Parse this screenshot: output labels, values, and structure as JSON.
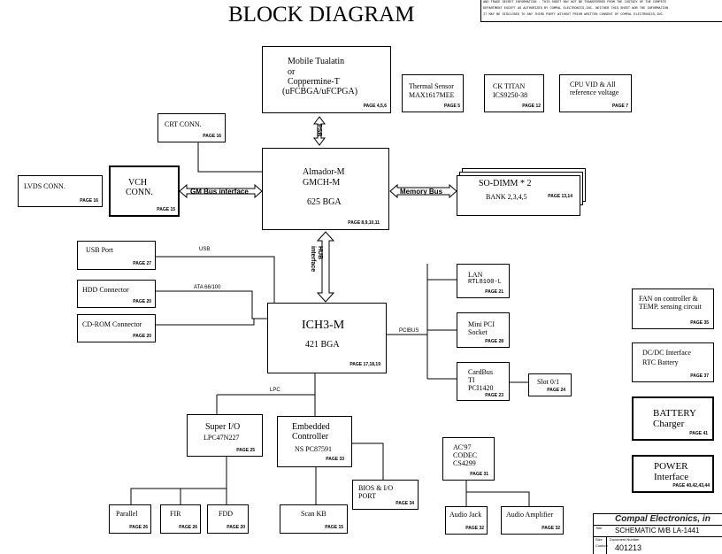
{
  "title": "BLOCK DIAGRAM",
  "confidential": {
    "line1": "AND TRADE SECRET INFORMATION . THIS SHEET MAY NOT BE TRANSFERRED FROM THE CUSTODY OF THE COMPETE",
    "line2": "DEPARTMENT EXCEPT AS AUTHORIZED BY COMPAL ELECTRONICS,INC. NEITHER THIS SHEET NOR THE INFORMATION",
    "line3": "IT MAY BE DISCLOSED TO ANY THIRD PARTY WITHOUT PRIOR WRITTEN CONSENT OF COMPAL ELECTRONICS,INC."
  },
  "cpu": {
    "line1": "Mobile Tualatin",
    "line2": "or",
    "line3": "Coppermine-T",
    "line4": "(uFCBGA/uFCPGA)",
    "page": "PAGE 4,5,6"
  },
  "thermal": {
    "line1": "Thermal Sensor",
    "line2": "MAX1617MEE",
    "page": "PAGE 5"
  },
  "ck": {
    "line1": "CK TITAN",
    "line2": "ICS9250-38",
    "page": "PAGE 12"
  },
  "cpuvid": {
    "line1": "CPU VID & All",
    "line2": "reference voltage",
    "page": "PAGE 7"
  },
  "crt": {
    "label": "CRT CONN.",
    "page": "PAGE 16"
  },
  "gmch": {
    "line1": "Almador-M",
    "line2": "GMCH-M",
    "line3": "625 BGA",
    "page": "PAGE 8,9,10,11"
  },
  "psb": "PSB",
  "lvds": {
    "label": "LVDS CONN.",
    "page": "PAGE 16"
  },
  "vch": {
    "line1": "VCH",
    "line2": "CONN.",
    "page": "PAGE 15"
  },
  "gmbus": "GM Bus interface",
  "membus": "Memory Bus",
  "sodimm": {
    "line1": "SO-DIMM * 2",
    "line2": "BANK 2,3,4,5",
    "page": "PAGE 13,14"
  },
  "hub": {
    "line1": "HUB",
    "line2": "interface"
  },
  "usb": {
    "label": "USB Port",
    "page": "PAGE 27",
    "bus": "USB"
  },
  "hdd": {
    "label": "HDD Connector",
    "page": "PAGE 20",
    "bus": "ATA 66/100"
  },
  "cdrom": {
    "label": "CD-ROM Connector",
    "page": "PAGE 20"
  },
  "ich": {
    "line1": "ICH3-M",
    "line2": "421 BGA",
    "page": "PAGE 17,18,19"
  },
  "pcibus": "PCIBUS",
  "lan": {
    "line1": "LAN",
    "line2": "RTL8100-L",
    "page": "PAGE 21"
  },
  "minipci": {
    "line1": "Mini PCI",
    "line2": "Socket",
    "page": "PAGE 28"
  },
  "cardbus": {
    "line1": "CardBus",
    "line2": "TI",
    "line3": "PCI1420",
    "page": "PAGE 23"
  },
  "slot": {
    "label": "Slot 0/1",
    "page": "PAGE 24"
  },
  "fan": {
    "line1": "FAN on controller &",
    "line2": "TEMP. sensing circuit",
    "page": "PAGE 35"
  },
  "dcdc": {
    "line1": "DC/DC Interface",
    "line2": "RTC Battery",
    "page": "PAGE 37"
  },
  "battery": {
    "line1": "BATTERY",
    "line2": "Charger",
    "page": "PAGE 41"
  },
  "power": {
    "line1": "POWER",
    "line2": "Interface",
    "page": "PAGE 40,42,43,44"
  },
  "lpc": "LPC",
  "superio": {
    "line1": "Super I/O",
    "line2": "LPC47N227",
    "page": "PAGE 25"
  },
  "ec": {
    "line1": "Embedded",
    "line2": "Controller",
    "line3": "NS PC87591",
    "page": "PAGE 33"
  },
  "bios": {
    "line1": "BIOS & I/O",
    "line2": "PORT",
    "page": "PAGE 34"
  },
  "ac97": {
    "line1": "AC'97",
    "line2": "CODEC",
    "line3": "CS4299",
    "page": "PAGE 31"
  },
  "parallel": {
    "label": "Parallel",
    "page": "PAGE 26"
  },
  "fir": {
    "label": "FIR",
    "page": "PAGE 26"
  },
  "fdd": {
    "label": "FDD",
    "page": "PAGE 20"
  },
  "scankb": {
    "label": "Scan KB",
    "page": "PAGE 15"
  },
  "audiojack": {
    "label": "Audio Jack",
    "page": "PAGE 32"
  },
  "audioamp": {
    "label": "Audio Amplifier",
    "page": "PAGE 32"
  },
  "titleblock": {
    "company": "Compal Electronics, in",
    "title_label": "Title",
    "title": "SCHEMATIC M/B LA-1441",
    "size_label": "Size",
    "docnum_label": "Document Number",
    "custom_label": "Custom",
    "docnum": "401213"
  }
}
